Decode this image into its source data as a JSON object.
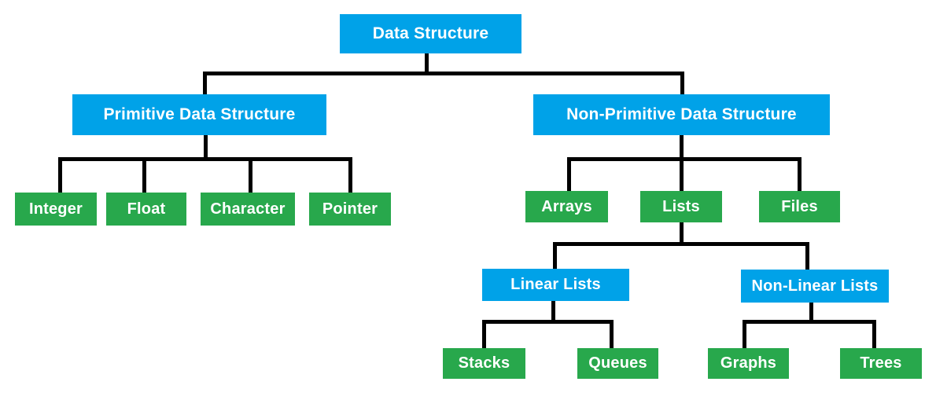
{
  "diagram_type": "tree",
  "colors": {
    "category_node_fill": "#00A2E8",
    "leaf_node_fill": "#28A84C",
    "node_text": "#FFFFFF",
    "connector": "#000000",
    "background": "#FFFFFF"
  },
  "tree": {
    "label": "Data Structure",
    "children": [
      {
        "label": "Primitive Data Structure",
        "children": [
          {
            "label": "Integer"
          },
          {
            "label": "Float"
          },
          {
            "label": "Character"
          },
          {
            "label": "Pointer"
          }
        ]
      },
      {
        "label": "Non-Primitive Data Structure",
        "children": [
          {
            "label": "Arrays"
          },
          {
            "label": "Lists",
            "children": [
              {
                "label": "Linear Lists",
                "children": [
                  {
                    "label": "Stacks"
                  },
                  {
                    "label": "Queues"
                  }
                ]
              },
              {
                "label": "Non-Linear Lists",
                "children": [
                  {
                    "label": "Graphs"
                  },
                  {
                    "label": "Trees"
                  }
                ]
              }
            ]
          },
          {
            "label": "Files"
          }
        ]
      }
    ]
  }
}
